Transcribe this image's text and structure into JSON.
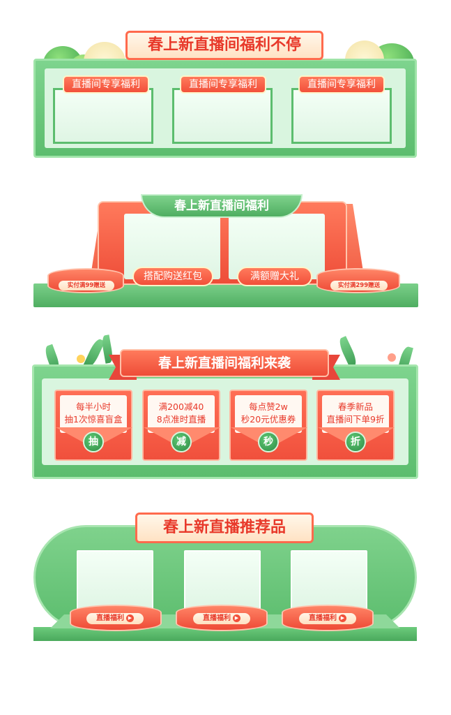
{
  "section1": {
    "title": "春上新直播间福利不停",
    "tabs": [
      "直播间专享福利",
      "直播间专享福利",
      "直播间专享福利"
    ]
  },
  "section2": {
    "title": "春上新直播间福利",
    "left_button": "搭配购送红包",
    "right_button": "满额赠大礼",
    "left_podium": "实付满99赠送",
    "right_podium": "实付满299赠送"
  },
  "section3": {
    "title": "春上新直播间福利来袭",
    "cards": [
      {
        "line1": "每半小时",
        "line2": "抽1次惊喜盲盒",
        "seal": "抽"
      },
      {
        "line1": "满200减40",
        "line2": "8点准时直播",
        "seal": "减"
      },
      {
        "line1": "每点赞2w",
        "line2": "秒20元优惠券",
        "seal": "秒"
      },
      {
        "line1": "春季新品",
        "line2": "直播间下单9折",
        "seal": "折"
      }
    ]
  },
  "section4": {
    "title": "春上新直播推荐品",
    "labels": [
      "直播福利",
      "直播福利",
      "直播福利"
    ],
    "play_glyph": "▶"
  },
  "colors": {
    "green": "#5cbd6e",
    "orange": "#f2503a",
    "cream": "#fff3e0"
  }
}
